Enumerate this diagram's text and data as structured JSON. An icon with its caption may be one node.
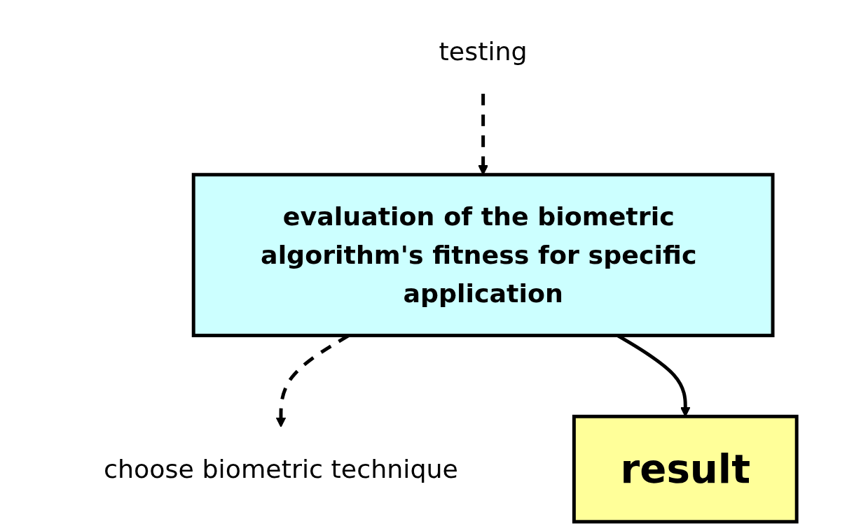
{
  "diagram": {
    "nodes": [
      {
        "text": [
          "choose biometric technique"
        ]
      },
      {
        "text": [
          "testing"
        ]
      },
      {
        "text": [
          "evaluation of the biometric algorithm's fitness for specific application"
        ]
      },
      {
        "text": [
          "result"
        ]
      }
    ],
    "edges": [
      {
        "from": 1,
        "to": 2,
        "arrow": "to",
        "style": "dashed"
      },
      {
        "from": 2,
        "to": 0,
        "arrow": "to",
        "style": "dashed"
      },
      {
        "from": 2,
        "to": 3,
        "arrow": "to"
      }
    ]
  }
}
